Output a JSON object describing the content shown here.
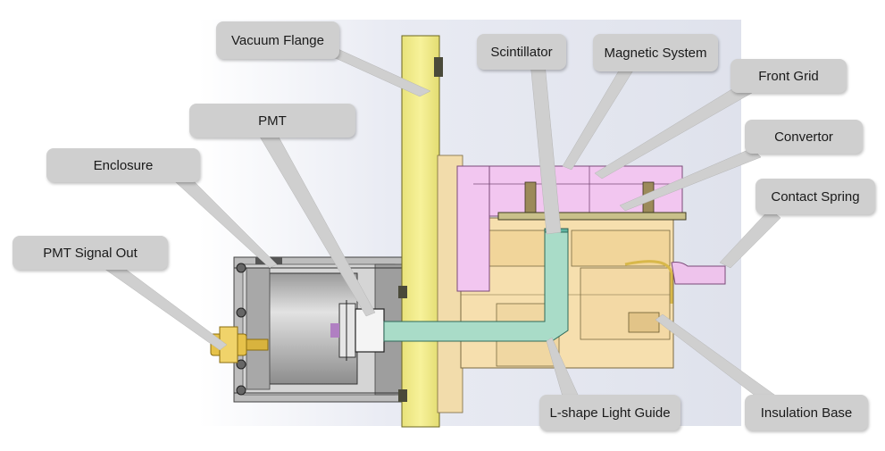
{
  "labels": {
    "vacuum_flange": "Vacuum Flange",
    "scintillator": "Scintillator",
    "magnetic_system": "Magnetic System",
    "front_grid": "Front Grid",
    "pmt": "PMT",
    "convertor": "Convertor",
    "enclosure": "Enclosure",
    "contact_spring": "Contact Spring",
    "pmt_signal_out": "PMT Signal Out",
    "light_guide": "L-shape Light Guide",
    "insulation_base": "Insulation Base"
  },
  "colors": {
    "flange": "#f3ee8a",
    "magnet": "#f2c6f0",
    "light_guide": "#a9dcc8",
    "base": "#f6dfae",
    "enclosure": "#b9b9b9",
    "pmt_body": "#c4c4c4",
    "connector": "#e8c74c",
    "callout": "#cfcfcf"
  }
}
